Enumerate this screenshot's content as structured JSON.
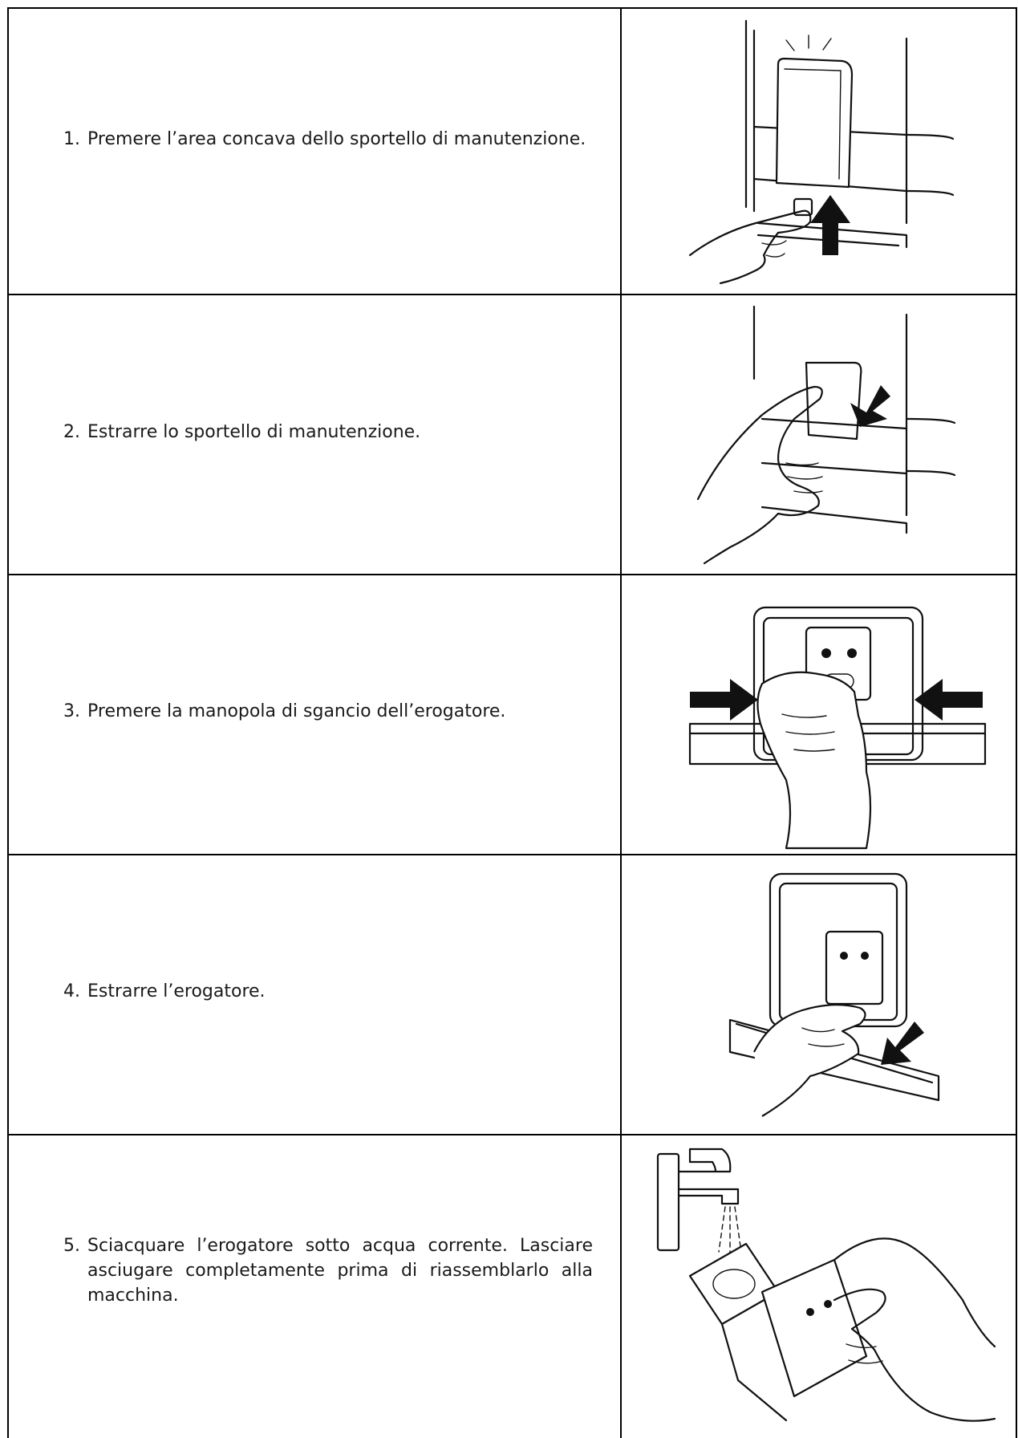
{
  "steps": [
    {
      "number": "1.",
      "text": "Premere l’area concava dello sportello di manutenzione.",
      "image_icon": "press-door-hand-icon"
    },
    {
      "number": "2.",
      "text": "Estrarre lo sportello di manutenzione.",
      "image_icon": "pull-door-hand-icon"
    },
    {
      "number": "3.",
      "text": "Premere la manopola di sgancio dell’erogatore.",
      "image_icon": "squeeze-release-knob-icon"
    },
    {
      "number": "4.",
      "text": "Estrarre l’erogatore.",
      "image_icon": "pull-dispenser-icon"
    },
    {
      "number": "5.",
      "text": "Sciacquare l’erogatore sotto acqua corrente. Lasciare asciugare completamente prima di riassemblarlo alla macchina.",
      "image_icon": "rinse-under-tap-icon"
    }
  ]
}
